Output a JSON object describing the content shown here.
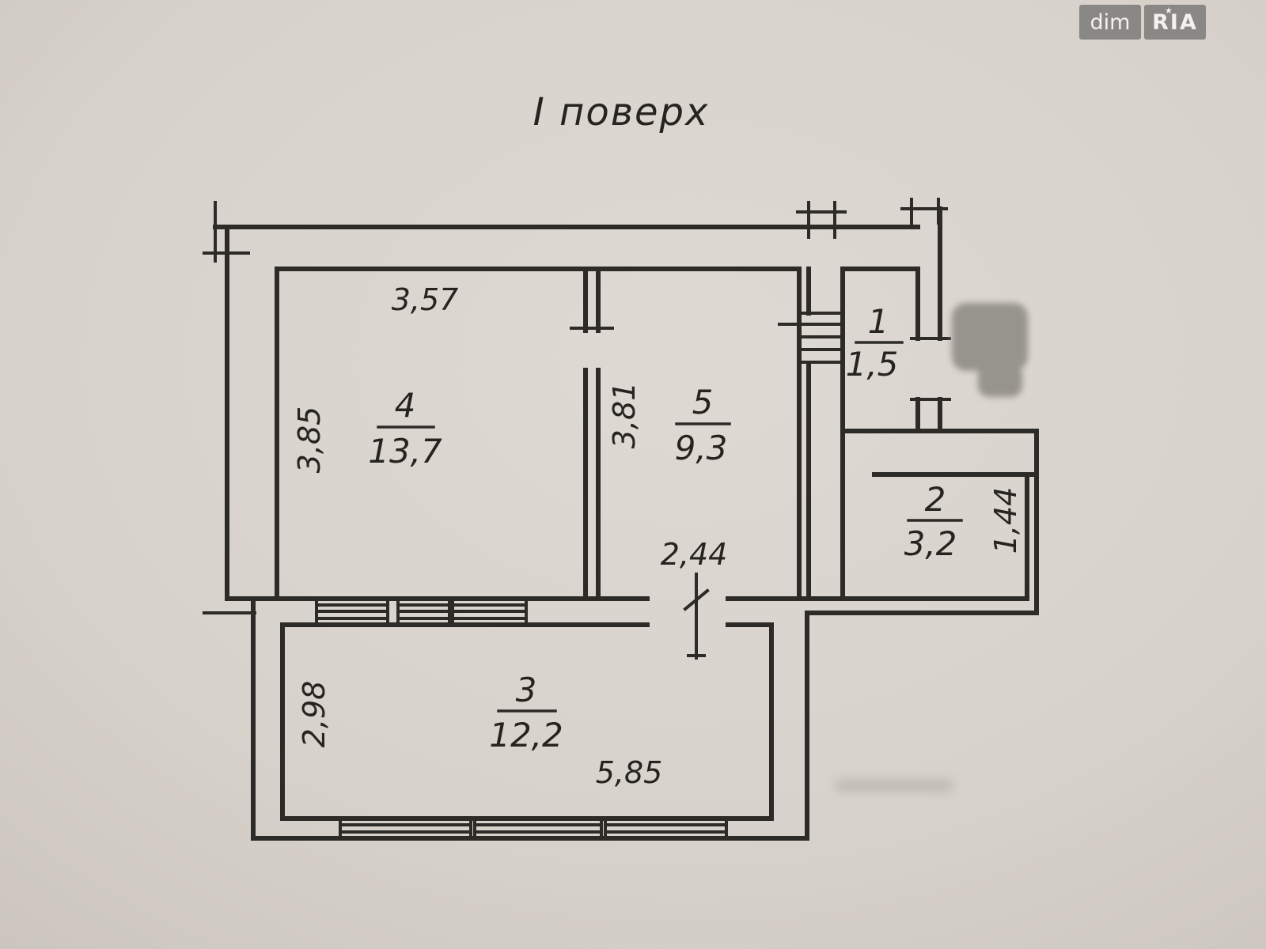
{
  "title": "І поверх",
  "watermark": {
    "dim": "dim",
    "ria": "RIA",
    "star": "★"
  },
  "rooms": [
    {
      "number": "4",
      "area": "13,7"
    },
    {
      "number": "5",
      "area": "9,3"
    },
    {
      "number": "1",
      "area": "1,5"
    },
    {
      "number": "2",
      "area": "3,2"
    },
    {
      "number": "3",
      "area": "12,2"
    }
  ],
  "dims": {
    "room4_width": "3,57",
    "room4_depth": "3,85",
    "room5_depth": "3,81",
    "room5_door_width": "2,44",
    "room2_depth": "1,44",
    "room3_width": "5,85",
    "room3_depth": "2,98"
  },
  "colors": {
    "paper": "#d8d3cc",
    "ink": "#2d2b27",
    "redaction": "#97948d"
  }
}
